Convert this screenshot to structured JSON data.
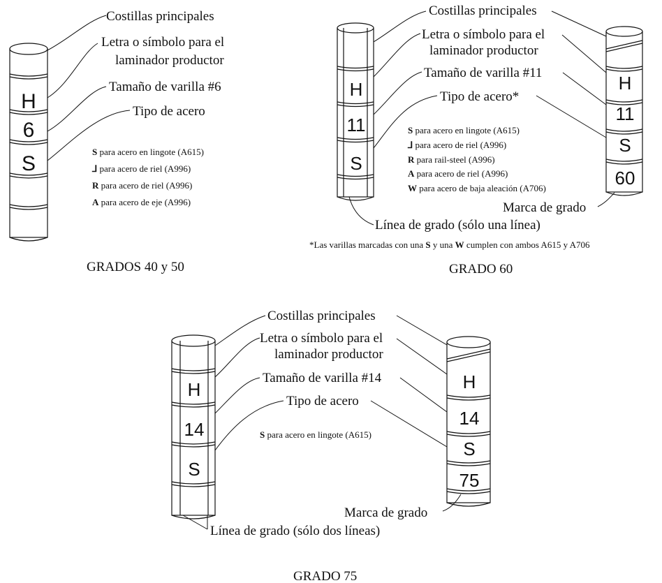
{
  "grados_40_50": {
    "costillas": "Costillas principales",
    "letra1": "Letra o símbolo para el",
    "letra2": "laminador productor",
    "tamano": "Tamaño de varilla #6",
    "tipo": "Tipo de acero",
    "bar_marks": [
      "H",
      "6",
      "S"
    ],
    "steel_types": [
      {
        "sym": "S",
        "text": "para acero en lingote (A615)"
      },
      {
        "sym": "⅃",
        "text": "para acero de riel (A996)"
      },
      {
        "sym": "R",
        "text": "para acero de riel (A996)"
      },
      {
        "sym": "A",
        "text": "para acero de eje (A996)"
      }
    ],
    "caption": "GRADOS 40 y 50"
  },
  "grado_60": {
    "costillas": "Costillas principales",
    "letra1": "Letra o símbolo para el",
    "letra2": "laminador productor",
    "tamano": "Tamaño de varilla #11",
    "tipo": "Tipo de acero*",
    "bar_marks": [
      "H",
      "11",
      "S"
    ],
    "bar_marks_right": [
      "H",
      "11",
      "S",
      "60"
    ],
    "steel_types": [
      {
        "sym": "S",
        "text": "para acero en lingote (A615)"
      },
      {
        "sym": "⅃",
        "text": "para acero de riel (A996)"
      },
      {
        "sym": "R",
        "text": "para rail-steel (A996)"
      },
      {
        "sym": "A",
        "text": "para acero de riel (A996)"
      },
      {
        "sym": "W",
        "text": "para acero de baja aleación (A706)"
      }
    ],
    "marca": "Marca de grado",
    "linea": "Línea de grado (sólo una línea)",
    "footnote_pre": "*Las varillas marcadas con una ",
    "footnote_s": "S",
    "footnote_mid": " y una ",
    "footnote_w": "W",
    "footnote_post": " cumplen con ambos A615 y A706",
    "caption": "GRADO 60"
  },
  "grado_75": {
    "costillas": "Costillas principales",
    "letra1": "Letra o símbolo para el",
    "letra2": "laminador productor",
    "tamano": "Tamaño de varilla #14",
    "tipo": "Tipo de acero",
    "bar_marks": [
      "H",
      "14",
      "S"
    ],
    "bar_marks_right": [
      "H",
      "14",
      "S",
      "75"
    ],
    "steel_types": [
      {
        "sym": "S",
        "text": "para acero en lingote (A615)"
      }
    ],
    "marca": "Marca de grado",
    "linea": "Línea de grado (sólo dos líneas)",
    "caption": "GRADO 75"
  }
}
